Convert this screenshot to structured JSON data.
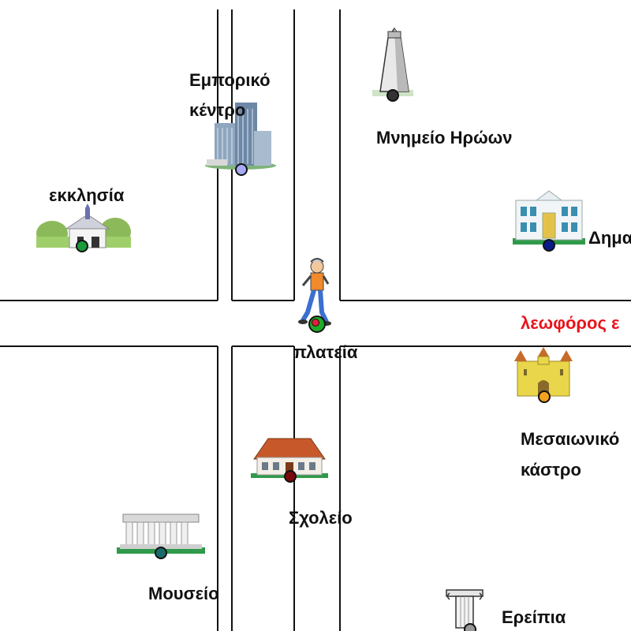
{
  "labels": {
    "commercial_center_1": "Εμπορικό",
    "commercial_center_2": "κέντρο",
    "monument": "Μνημείο Ηρώων",
    "church": "εκκλησία",
    "town_hall": "Δημα",
    "avenue": "λεωφόρος ε",
    "square": "πλατεία",
    "castle_1": "Μεσαιωνικό",
    "castle_2": "κάστρο",
    "school": "Σχολείο",
    "museum": "Μουσείο",
    "ruins": "Ερείπια"
  },
  "colors": {
    "avenue_label": "#e8141b",
    "point_commercial": "#a8aaf5",
    "point_monument": "#333333",
    "point_church": "#1a9a3a",
    "point_town_hall": "#0a1a8a",
    "point_square_outer": "#1faa2a",
    "point_square_inner": "#e81c3a",
    "point_castle": "#f5a21f",
    "point_school": "#7a0a0a",
    "point_museum": "#1a6a6a",
    "point_ruins": "#999999"
  },
  "icons": {
    "commercial": "office-tower-icon",
    "monument": "obelisk-monument-icon",
    "church": "church-icon",
    "town_hall": "town-hall-icon",
    "square": "walking-boy-icon",
    "castle": "castle-icon",
    "school": "school-house-icon",
    "museum": "museum-icon",
    "ruins": "ruins-column-icon"
  }
}
